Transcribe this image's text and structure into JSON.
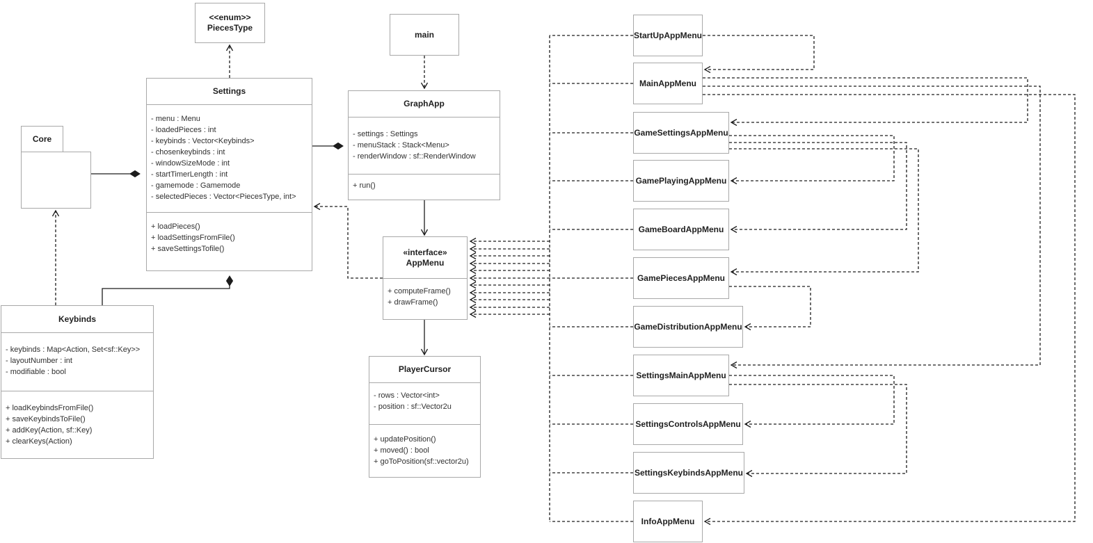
{
  "classes": {
    "pieces_type": {
      "stereotype": "<<enum>>",
      "name": "PiecesType"
    },
    "main": {
      "name": "main"
    },
    "core": {
      "name": "Core"
    },
    "settings": {
      "name": "Settings",
      "attributes": [
        "- menu : Menu",
        "- loadedPieces : int",
        "- keybinds : Vector<Keybinds>",
        "- chosenkeybinds : int",
        "- windowSizeMode : int",
        "- startTimerLength : int",
        "- gamemode : Gamemode",
        "- selectedPieces : Vector<PiecesType, int>"
      ],
      "methods": [
        "+ loadPieces()",
        "+ loadSettingsFromFile()",
        "+ saveSettingsTofile()"
      ]
    },
    "graph_app": {
      "name": "GraphApp",
      "attributes": [
        "- settings : Settings",
        "- menuStack : Stack<Menu>",
        "- renderWindow : sf::RenderWindow"
      ],
      "methods": [
        "+ run()"
      ]
    },
    "app_menu": {
      "stereotype": "«interface»",
      "name": "AppMenu",
      "methods": [
        "+ computeFrame()",
        "+ drawFrame()"
      ]
    },
    "player_cursor": {
      "name": "PlayerCursor",
      "attributes": [
        "- rows : Vector<int>",
        "- position : sf::Vector2u"
      ],
      "methods": [
        "+ updatePosition()",
        "+ moved() : bool",
        "+ goToPosition(sf::vector2u)"
      ]
    },
    "keybinds": {
      "name": "Keybinds",
      "attributes": [
        "- keybinds : Map<Action, Set<sf::Key>>",
        "- layoutNumber : int",
        "- modifiable : bool"
      ],
      "methods": [
        "+ loadKeybindsFromFile()",
        "+ saveKeybindsToFile()",
        "+ addKey(Action, sf::Key)",
        "+ clearKeys(Action)"
      ]
    }
  },
  "menus": [
    {
      "name": "StartUpAppMenu"
    },
    {
      "name": "MainAppMenu"
    },
    {
      "name": "GameSettingsAppMenu"
    },
    {
      "name": "GamePlayingAppMenu"
    },
    {
      "name": "GameBoardAppMenu"
    },
    {
      "name": "GamePiecesAppMenu"
    },
    {
      "name": "GameDistributionAppMenu"
    },
    {
      "name": "SettingsMainAppMenu"
    },
    {
      "name": "SettingsControlsAppMenu"
    },
    {
      "name": "SettingsKeybindsAppMenu"
    },
    {
      "name": "InfoAppMenu"
    }
  ],
  "relationships": [
    {
      "from": "Settings",
      "to": "PiecesType",
      "type": "dependency"
    },
    {
      "from": "main",
      "to": "GraphApp",
      "type": "dependency"
    },
    {
      "from": "Keybinds",
      "to": "Core",
      "type": "dependency"
    },
    {
      "from": "Core",
      "to": "Settings",
      "type": "composition"
    },
    {
      "from": "Settings",
      "to": "GraphApp",
      "type": "composition"
    },
    {
      "from": "Keybinds",
      "to": "Settings",
      "type": "composition"
    },
    {
      "from": "GraphApp",
      "to": "AppMenu",
      "type": "association"
    },
    {
      "from": "AppMenu",
      "to": "PlayerCursor",
      "type": "association"
    },
    {
      "from": "AppMenu",
      "to": "Settings",
      "type": "dependency"
    },
    {
      "from": "all *AppMenu classes",
      "to": "AppMenu",
      "type": "realization"
    },
    {
      "from": "StartUpAppMenu",
      "to": "MainAppMenu",
      "type": "dependency"
    },
    {
      "from": "MainAppMenu",
      "to": "GameSettingsAppMenu",
      "type": "dependency"
    },
    {
      "from": "MainAppMenu",
      "to": "SettingsMainAppMenu",
      "type": "dependency"
    },
    {
      "from": "MainAppMenu",
      "to": "InfoAppMenu",
      "type": "dependency"
    },
    {
      "from": "GameSettingsAppMenu",
      "to": "GamePlayingAppMenu",
      "type": "dependency"
    },
    {
      "from": "GameSettingsAppMenu",
      "to": "GameBoardAppMenu",
      "type": "dependency"
    },
    {
      "from": "GameSettingsAppMenu",
      "to": "GamePiecesAppMenu",
      "type": "dependency"
    },
    {
      "from": "GamePiecesAppMenu",
      "to": "GameDistributionAppMenu",
      "type": "dependency"
    },
    {
      "from": "SettingsMainAppMenu",
      "to": "SettingsControlsAppMenu",
      "type": "dependency"
    },
    {
      "from": "SettingsMainAppMenu",
      "to": "SettingsKeybindsAppMenu",
      "type": "dependency"
    }
  ]
}
